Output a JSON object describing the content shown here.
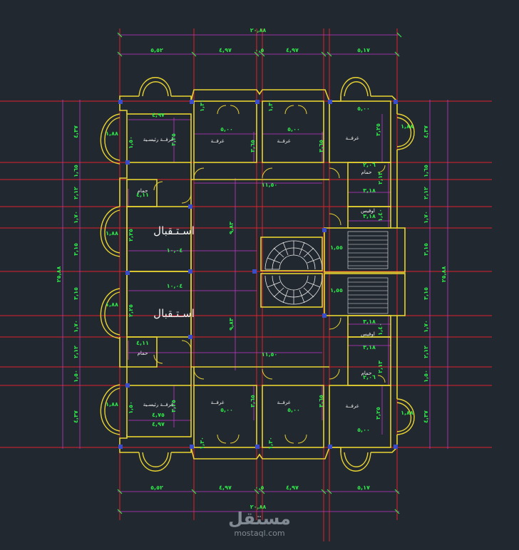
{
  "dimensions": {
    "top_total": "٢٠,٨٨",
    "top_segments": [
      "٥,٥٢",
      "٤,٩٧",
      "٠,٥",
      "٤,٩٧",
      "٥,١٧"
    ],
    "bottom_total": "٢٠,٨٨",
    "bottom_segments": [
      "٥,٥٢",
      "٤,٩٧",
      "٠,٥",
      "٤,٩٧",
      "٥,١٧"
    ],
    "left_total": "٢٥,٨٨",
    "left_segments": [
      "٤,٣٧",
      "١,٦٥",
      "٢,١٢",
      "١,٧٠",
      "٣,١٥",
      "٣,١٥",
      "١,٧٠",
      "٢,١٢",
      "١,٥٠",
      "٤,٣٧"
    ],
    "right_total": "٢٥,٨٨",
    "right_segments": [
      "٤,٣٧",
      "١,٦٥",
      "٢,١٢",
      "١,٧٠",
      "٣,١٥",
      "٣,١٥",
      "١,٧٠",
      "٢,١٢",
      "١,٥٠",
      "٤,٣٧"
    ]
  },
  "rooms": {
    "master_bedroom": "غرفــة رئيسـية",
    "bedroom": "غرفــة",
    "bathroom": "حمام",
    "reception": "اسـتـقبال",
    "office": "اوفيس"
  },
  "inner_dims": {
    "d497": "٤,٩٧",
    "d500": "٥,٠٠",
    "d188": "١,٨٨",
    "d475": "٤,٧٥",
    "d150": "١,٥٠",
    "d411": "٤,١١",
    "d1004": "١٠,٠٤",
    "d983": "٩,٨٣",
    "d1150": "١١,٥٠",
    "d318": "٣,١٨",
    "d365": "٣,٦٥",
    "d225": "٢,٢٥",
    "d213": "٢,١٣",
    "d206": "٢,٠٦",
    "d140": "١,٤٠",
    "d155": "١,٥٥",
    "d130": "١,٣٠",
    "d325": "٣,٢٥"
  },
  "watermark": {
    "logo_text": "مستقل",
    "site": "mostaql.com"
  },
  "colors": {
    "background": "#212830",
    "wall": "#e8d230",
    "grid": "#e0202a",
    "dimension_line": "#c236c8",
    "dimension_text": "#2ee84a",
    "label": "#f2f2f2"
  }
}
